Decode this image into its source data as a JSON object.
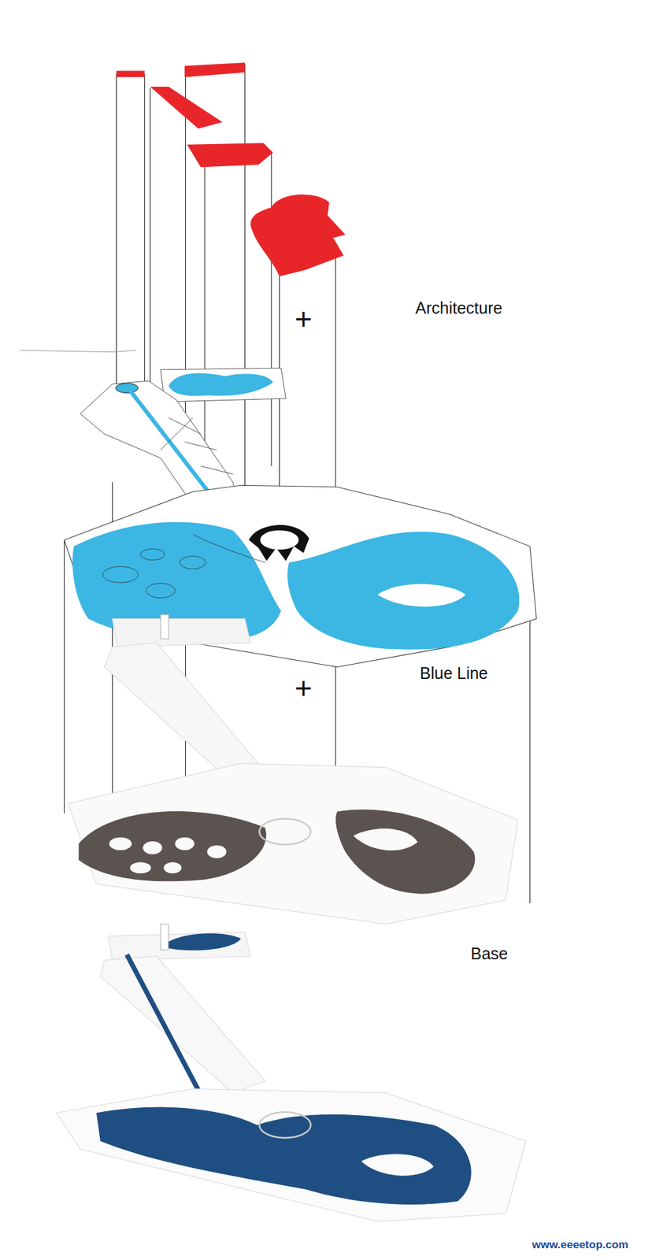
{
  "diagram": {
    "labels": [
      "Architecture",
      "+",
      "Blue Line",
      "+",
      "Base",
      "www.eeeetop.com"
    ]
  }
}
